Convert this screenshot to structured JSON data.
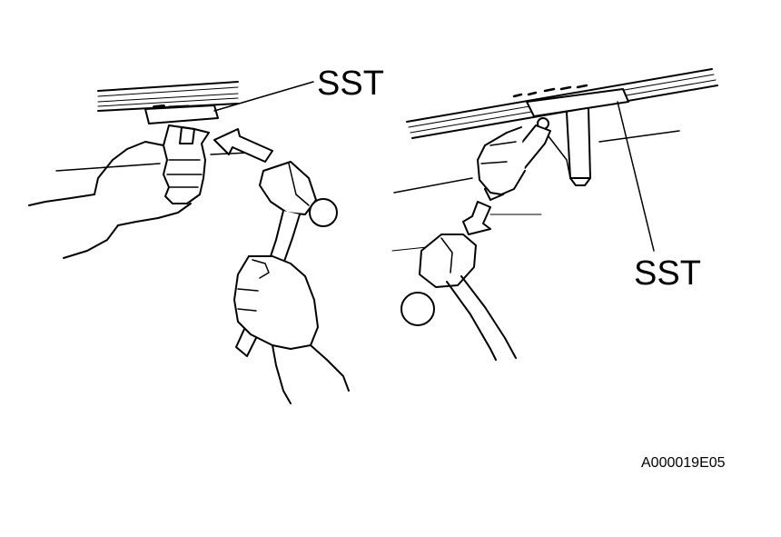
{
  "figure": {
    "sst_label_left": "SST",
    "sst_label_right": "SST",
    "figure_code": "A000019E05"
  },
  "colors": {
    "ink": "#000000",
    "paper": "#ffffff"
  }
}
